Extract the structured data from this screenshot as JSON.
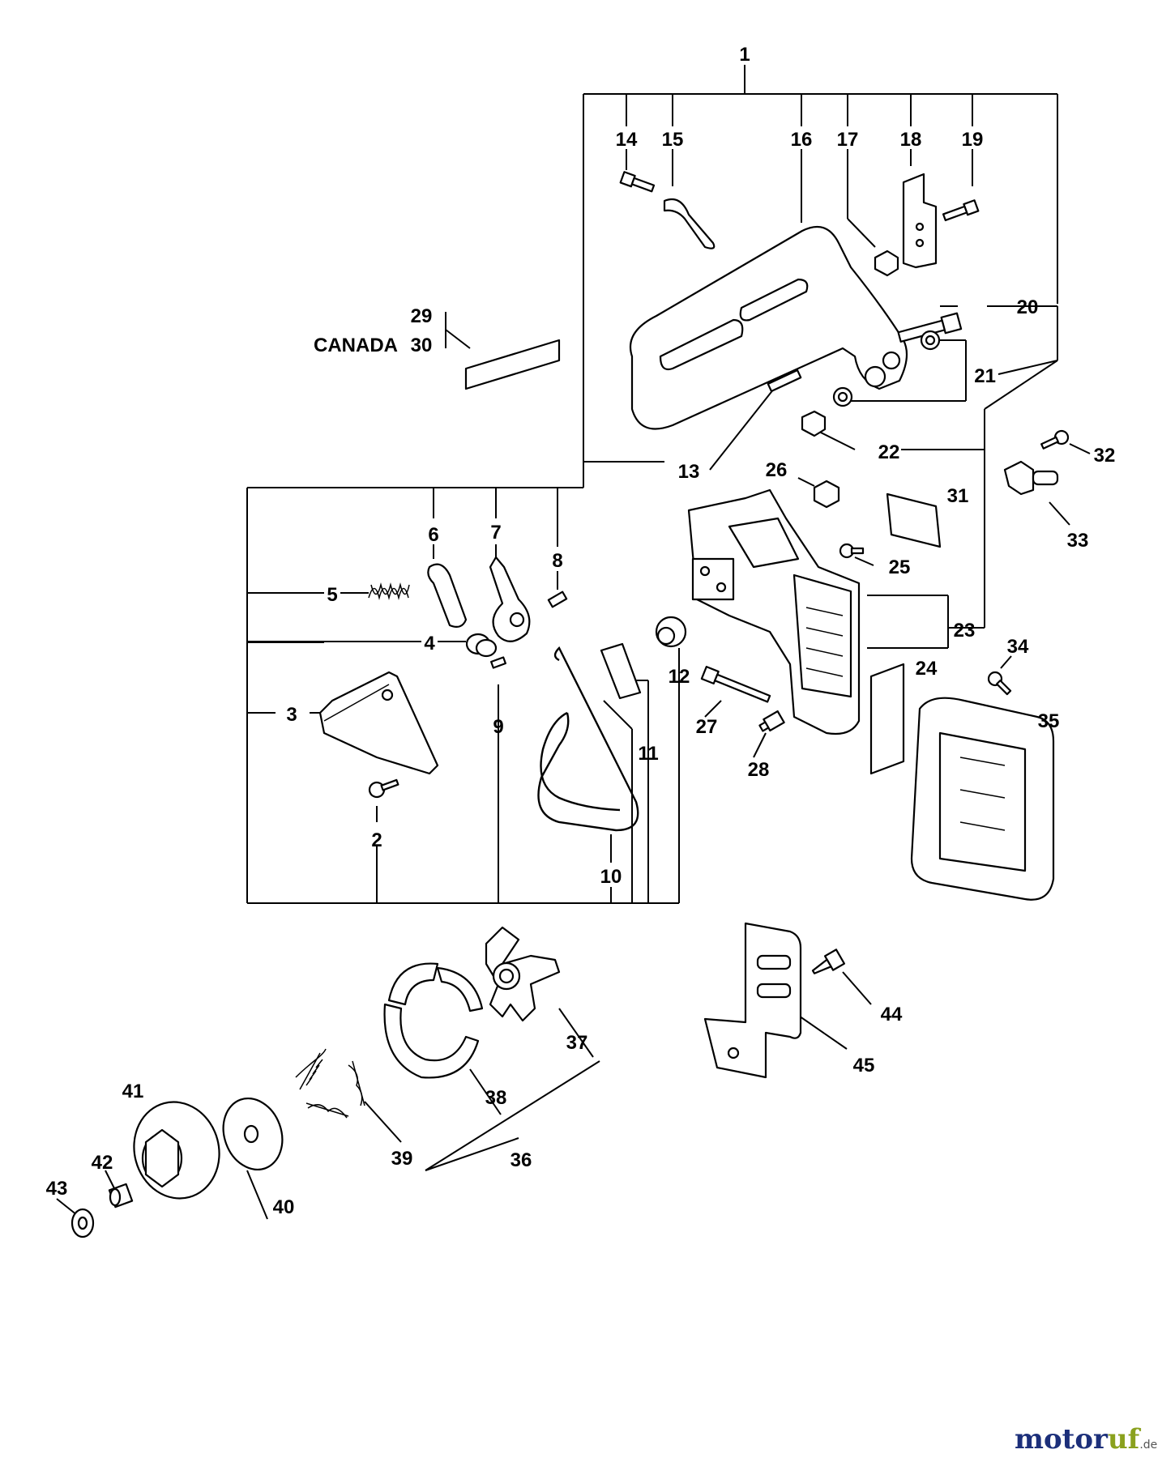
{
  "callouts": {
    "c1": "1",
    "c2": "2",
    "c3": "3",
    "c4": "4",
    "c5": "5",
    "c6": "6",
    "c7": "7",
    "c8": "8",
    "c9": "9",
    "c10": "10",
    "c11": "11",
    "c12": "12",
    "c13": "13",
    "c14": "14",
    "c15": "15",
    "c16": "16",
    "c17": "17",
    "c18": "18",
    "c19": "19",
    "c20": "20",
    "c21": "21",
    "c22": "22",
    "c23": "23",
    "c24": "24",
    "c25": "25",
    "c26": "26",
    "c27": "27",
    "c28": "28",
    "c29": "29",
    "c30": "30",
    "c31": "31",
    "c32": "32",
    "c33": "33",
    "c34": "34",
    "c35": "35",
    "c36": "36",
    "c37": "37",
    "c38": "38",
    "c39": "39",
    "c40": "40",
    "c41": "41",
    "c42": "42",
    "c43": "43",
    "c44": "44",
    "c45": "45"
  },
  "labels": {
    "canada": "CANADA"
  },
  "watermark": {
    "part1": "motor",
    "part2": "uf",
    "tld": ".de"
  },
  "colors": {
    "line": "#000000",
    "watermark_blue": "#1c2f7a",
    "watermark_green": "#8aa11e"
  }
}
